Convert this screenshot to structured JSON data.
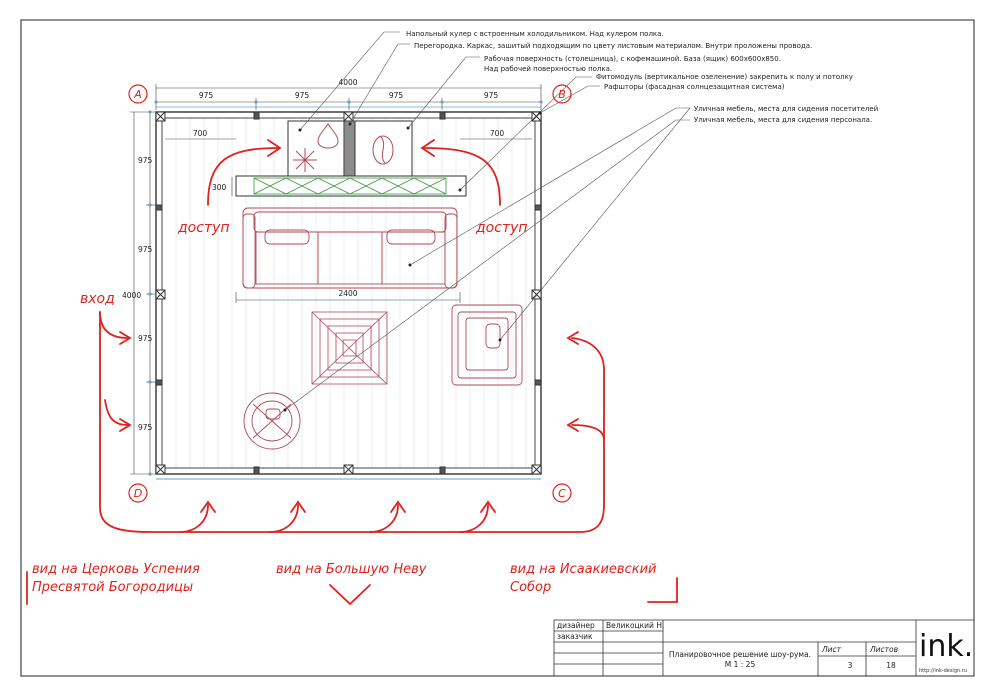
{
  "callouts": [
    "Напольный кулер с встроенным холодильником. Над кулером полка.",
    "Перегородка. Каркас, зашитый подходящим по цвету листовым материалом. Внутри проложены провода.",
    "Рабочая поверхность (столешница), с кофемашиной. База (ящик) 600х600х850.",
    "Над рабочей поверхностью полка.",
    "Фитомодуль (вертикальное озеленение) закрепить к полу и потолку",
    "Рафшторы (фасадная солнцезащитная система)",
    "Уличная мебель, места для сидения посетителей",
    "Уличная мебель, места для сидения персонала."
  ],
  "corners": {
    "a": "A",
    "b": "B",
    "c": "C",
    "d": "D"
  },
  "dims": {
    "top_total": "4000",
    "top_seg": [
      "975",
      "975",
      "975",
      "975"
    ],
    "left_total": "4000",
    "left_seg": [
      "975",
      "975",
      "975",
      "975"
    ],
    "inner_left": "700",
    "inner_right": "700",
    "counter_depth": "300",
    "sofa_width": "2400"
  },
  "annotations": {
    "access_left": "доступ",
    "access_right": "доступ",
    "entrance": "вход",
    "view_church_l1": "вид на Церковь Успения",
    "view_church_l2": "Пресвятой Богородицы",
    "view_neva": "вид на Большую Неву",
    "view_isaac_l1": "вид на Исаакиевский",
    "view_isaac_l2": "Собор"
  },
  "titleblock": {
    "role1": "дизайнер",
    "name1": "Великоцкий Н.",
    "role2": "заказчик",
    "name2": "",
    "title": "Планировочное решение шоу-рума.",
    "scale": "М 1 : 25",
    "sheet_label": "Лист",
    "sheets_label": "Листов",
    "sheet": "3",
    "sheets": "18",
    "logo": "ink.",
    "url": "http://ink-design.ru"
  },
  "colors": {
    "accent": "#e0211c",
    "furniture": "#b04a5a",
    "green": "#3a9a3a"
  }
}
